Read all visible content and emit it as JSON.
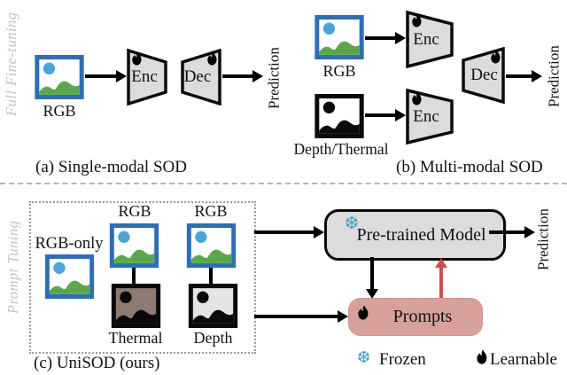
{
  "labels": {
    "rgb": "RGB",
    "rgb_only": "RGB-only",
    "depth_thermal": "Depth/Thermal",
    "thermal": "Thermal",
    "depth": "Depth",
    "enc": "Enc",
    "dec": "Dec",
    "prediction": "Prediction"
  },
  "sections": {
    "a": {
      "side_label": "Full Fine-tuning",
      "caption": "(a) Single-modal SOD"
    },
    "b": {
      "caption": "(b) Multi-modal SOD"
    },
    "c": {
      "side_label": "Prompt Tuning",
      "caption": "(c) UniSOD (ours)"
    }
  },
  "blocks": {
    "pretrained_model": "Pre-trained Model",
    "prompts": "Prompts"
  },
  "legend": {
    "frozen": "Frozen",
    "learnable": "Learnable",
    "frozen_icon": "snowflake-icon",
    "learnable_icon": "flame-icon"
  },
  "colors": {
    "rgb_frame": "#2f6eb5",
    "sky_dot": "#4aa4da",
    "hill_green": "#5ba84a",
    "thermal_fill": "#8d7a70",
    "depth_fill": "#e4e4e4",
    "block_fill": "#dcdcdc",
    "prompts_fill": "#d8a09b",
    "flame_red": "#c4473d",
    "snowflake_blue": "#45a3cd",
    "learnable_arrow": "#c9524a",
    "muted_label": "#c3c3c3",
    "dashed_divider": "#b3b3b3"
  }
}
